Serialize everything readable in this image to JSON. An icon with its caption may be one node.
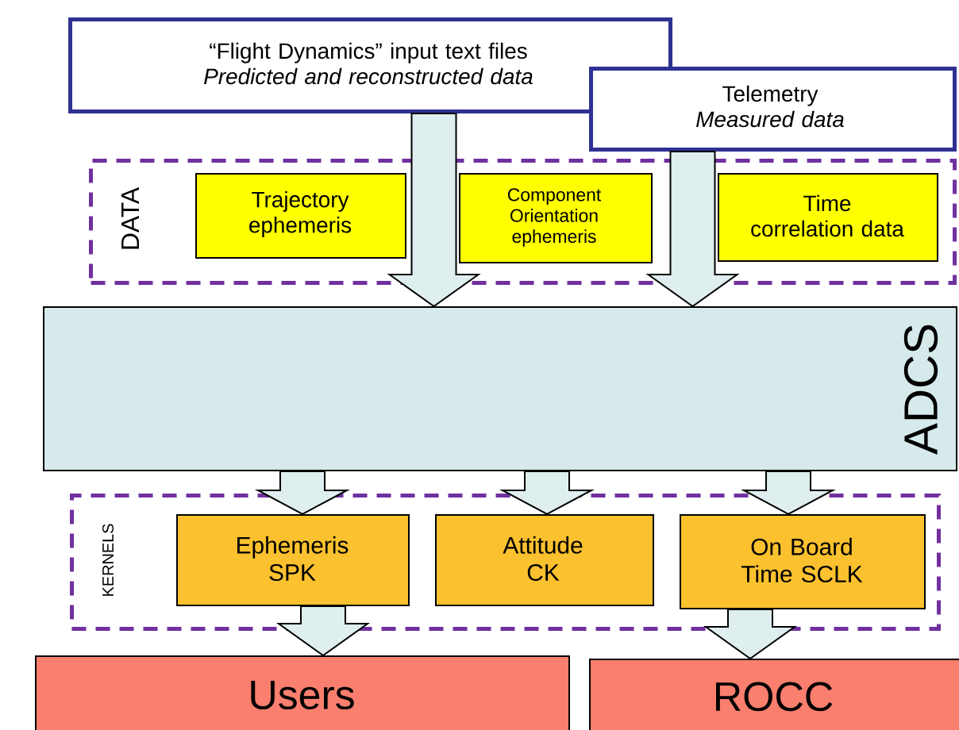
{
  "diagram": {
    "nodes": [
      {
        "text": [
          "“Flight Dynamics” input text files",
          "Predicted and reconstructed data"
        ]
      },
      {
        "text": [
          "Telemetry",
          "Measured data"
        ]
      },
      {
        "text": [
          "DATA"
        ]
      },
      {
        "text": [
          "Trajectory ephemeris"
        ],
        "in": 2
      },
      {
        "text": [
          "Component Orientation ephemeris"
        ],
        "in": 2
      },
      {
        "text": [
          "Time correlation data"
        ],
        "in": 2
      },
      {
        "text": [
          "ADCS"
        ]
      },
      {
        "text": [
          "KERNELS"
        ]
      },
      {
        "text": [
          "Ephemeris SPK"
        ],
        "in": 7
      },
      {
        "text": [
          "Attitude CK"
        ],
        "in": 7
      },
      {
        "text": [
          "On Board Time SCLK"
        ],
        "in": 7
      },
      {
        "text": [
          "Users"
        ]
      },
      {
        "text": [
          "ROCC"
        ]
      }
    ],
    "edges": [
      {
        "from": 0,
        "to": 6,
        "arrow": "to"
      },
      {
        "from": 1,
        "to": 6,
        "arrow": "to"
      },
      {
        "from": 6,
        "to": 8,
        "arrow": "to"
      },
      {
        "from": 6,
        "to": 9,
        "arrow": "to"
      },
      {
        "from": 6,
        "to": 10,
        "arrow": "to"
      },
      {
        "from": 8,
        "to": 11,
        "arrow": "to"
      },
      {
        "from": 10,
        "to": 12,
        "arrow": "to"
      }
    ]
  }
}
